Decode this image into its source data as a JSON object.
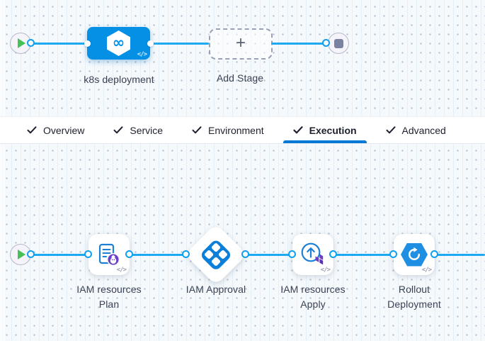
{
  "top_pipeline": {
    "stage_label": "k8s deployment",
    "add_stage_label": "Add Stage"
  },
  "tabs": {
    "active": "Execution",
    "items": [
      {
        "label": "Overview",
        "checked": true
      },
      {
        "label": "Service",
        "checked": true
      },
      {
        "label": "Environment",
        "checked": true
      },
      {
        "label": "Execution",
        "checked": true
      },
      {
        "label": "Advanced",
        "checked": true
      }
    ]
  },
  "execution": {
    "steps": [
      {
        "line1": "IAM resources",
        "line2": "Plan"
      },
      {
        "line1": "IAM Approval",
        "line2": ""
      },
      {
        "line1": "IAM resources",
        "line2": "Apply"
      },
      {
        "line1": "Rollout",
        "line2": "Deployment"
      }
    ]
  },
  "icons": {
    "infinity": "∞",
    "plus": "+",
    "code": "</>"
  },
  "colors": {
    "stage_node_blue": "#0590e6",
    "connector_blue": "#1fa9f1",
    "tab_underline_blue": "#0278d5",
    "play_green": "#47c155",
    "stop_gray": "#7b82a0",
    "badge_purple": "#6a3fc8",
    "terraform_purple": "#6d3cc5"
  }
}
